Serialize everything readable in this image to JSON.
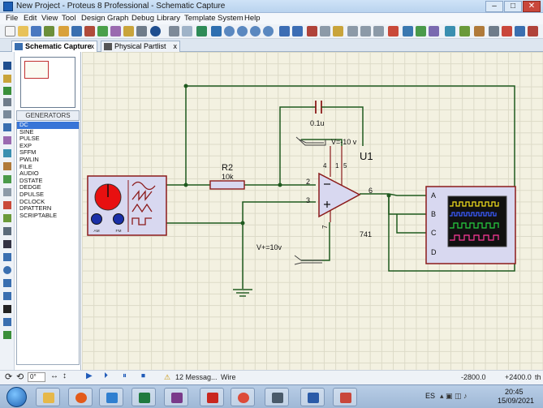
{
  "window": {
    "title": "New Project - Proteus 8 Professional - Schematic Capture",
    "minimize": "–",
    "maximize": "□",
    "close": "✕"
  },
  "menu": [
    "File",
    "Edit",
    "View",
    "Tool",
    "Design",
    "Graph",
    "Debug",
    "Library",
    "Template",
    "System",
    "Help"
  ],
  "tabs": [
    {
      "label": "Schematic Capture",
      "close": "x"
    },
    {
      "label": "Physical Partlist View",
      "close": "x"
    }
  ],
  "panel": {
    "header": "GENERATORS",
    "items": [
      "DC",
      "SINE",
      "PULSE",
      "EXP",
      "SFFM",
      "PWLIN",
      "FILE",
      "AUDIO",
      "DSTATE",
      "DEDGE",
      "DPULSE",
      "DCLOCK",
      "DPATTERN",
      "SCRIPTABLE"
    ],
    "selected": "DC"
  },
  "schematic": {
    "resistor_ref": "R2",
    "resistor_value": "10k",
    "capacitor_value": "0.1u",
    "opamp_ref": "U1",
    "opamp_model": "741",
    "supply_neg": "V=-10 v",
    "supply_pos": "V+=10v",
    "pin_2": "2",
    "pin_3": "3",
    "pin_4": "4",
    "pin_5": "5",
    "pin_6": "6",
    "pin_7": "7",
    "pin_1": "1",
    "fgen_am": "AM",
    "fgen_fm": "FM",
    "scope_a": "A",
    "scope_b": "B",
    "scope_c": "C",
    "scope_d": "D"
  },
  "status": {
    "rotation": "0°",
    "messages": "12 Messag...",
    "mode": "Wire",
    "x": "-2800.0",
    "y": "+2400.0",
    "unit": "th"
  },
  "tray": {
    "language": "ES",
    "time": "20:45",
    "date": "15/09/2021"
  },
  "colors": {
    "canvas": "#f3f1e1",
    "wire": "#1f5a1f",
    "component": "#8b1a1a",
    "body_fill": "#d8d8f0",
    "selected_item": "#3875d7"
  }
}
